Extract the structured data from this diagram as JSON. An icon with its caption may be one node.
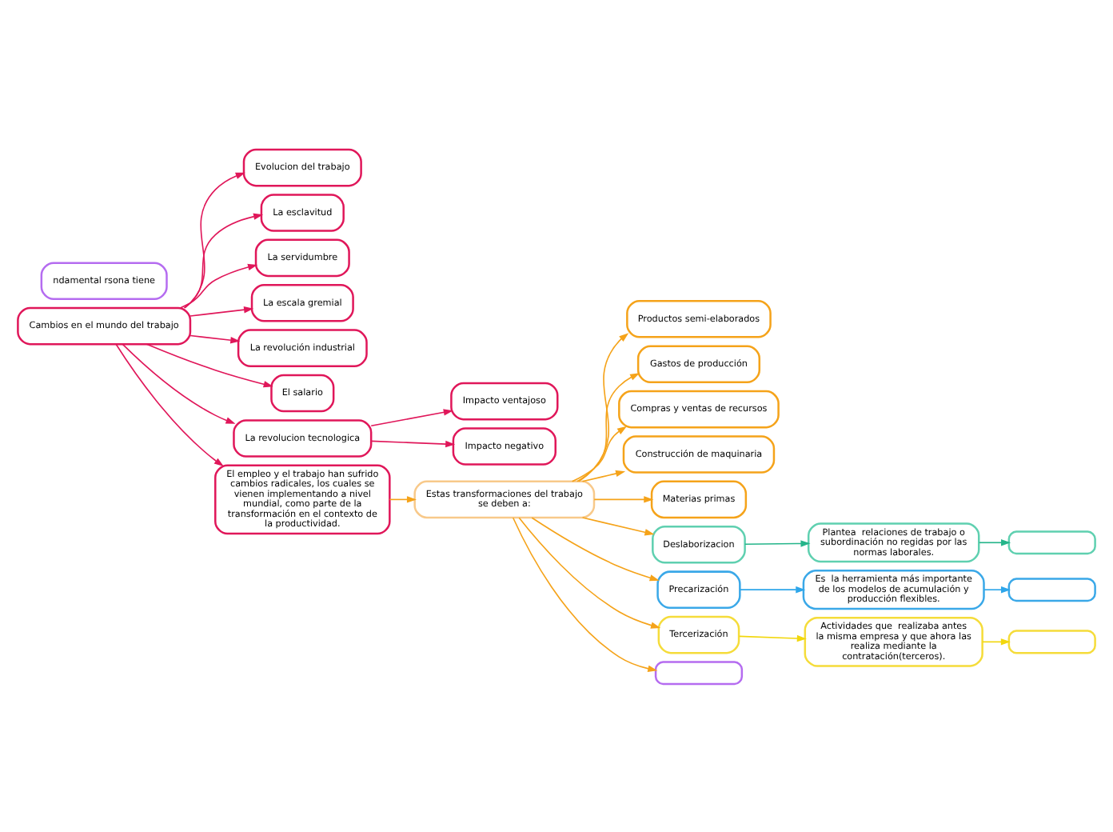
{
  "diagram": {
    "nodes": [
      {
        "text": [
          "Cambios en el mundo del trabajo"
        ]
      },
      {
        "text": [
          "Evolucion del trabajo"
        ]
      },
      {
        "text": [
          "La esclavitud"
        ]
      },
      {
        "text": [
          "La servidumbre"
        ]
      },
      {
        "text": [
          "La escala gremial"
        ]
      },
      {
        "text": [
          "La revolución industrial"
        ]
      },
      {
        "text": [
          "El salario"
        ]
      },
      {
        "text": [
          "La revolucion tecnologica"
        ]
      },
      {
        "text": [
          "Impacto ventajoso"
        ]
      },
      {
        "text": [
          "Impacto negativo"
        ]
      },
      {
        "text": [
          "El empleo y el trabajo han sufrido cambios radicales, los cuales se vienen implementando a nivel mundial, como parte de la transformación en el contexto de la productividad."
        ]
      },
      {
        "text": [
          "Estas transformaciones del trabajo se deben a:"
        ]
      },
      {
        "text": [
          "Productos semi-elaborados"
        ]
      },
      {
        "text": [
          "Gastos de producción"
        ]
      },
      {
        "text": [
          "Compras y ventas de recursos"
        ]
      },
      {
        "text": [
          "Construcción de maquinaria"
        ]
      },
      {
        "text": [
          "Materias primas"
        ]
      },
      {
        "text": [
          "Deslaborizacion"
        ]
      },
      {
        "text": [
          "Plantea  relaciones de trabajo o subordinación no regidas por las normas laborales."
        ]
      },
      {
        "text": [],
        "shape": "box"
      },
      {
        "text": [
          "Precarización"
        ]
      },
      {
        "text": [
          "Es  la herramienta más importante de los modelos de acumulación y producción flexibles."
        ]
      },
      {
        "text": [],
        "shape": "box"
      },
      {
        "text": [
          "Tercerización"
        ]
      },
      {
        "text": [
          "Actividades que  realizaba antes la misma empresa y que ahora las realiza mediante la contratación(terceros)."
        ]
      },
      {
        "text": [],
        "shape": "box"
      },
      {
        "text": [
          "ndamental rsona tiene"
        ]
      },
      {
        "text": [],
        "shape": "box"
      }
    ],
    "edges": [
      {
        "from": 0,
        "to": 1,
        "arrow": "to",
        "color": "#e0175a"
      },
      {
        "from": 0,
        "to": 2,
        "arrow": "to",
        "color": "#e0175a"
      },
      {
        "from": 0,
        "to": 3,
        "arrow": "to",
        "color": "#e0175a"
      },
      {
        "from": 0,
        "to": 4,
        "arrow": "to",
        "color": "#e0175a"
      },
      {
        "from": 0,
        "to": 5,
        "arrow": "to",
        "color": "#e0175a"
      },
      {
        "from": 0,
        "to": 6,
        "arrow": "to",
        "color": "#e0175a"
      },
      {
        "from": 0,
        "to": 7,
        "arrow": "to",
        "color": "#e0175a"
      },
      {
        "from": 7,
        "to": 8,
        "arrow": "to",
        "color": "#e0175a"
      },
      {
        "from": 7,
        "to": 9,
        "arrow": "to",
        "color": "#e0175a"
      },
      {
        "from": 0,
        "to": 10,
        "arrow": "to",
        "color": "#e0175a"
      },
      {
        "from": 10,
        "to": 11,
        "arrow": "to",
        "color": "#f5a31a"
      },
      {
        "from": 11,
        "to": 12,
        "arrow": "to",
        "color": "#f5a31a"
      },
      {
        "from": 11,
        "to": 13,
        "arrow": "to",
        "color": "#f5a31a"
      },
      {
        "from": 11,
        "to": 14,
        "arrow": "to",
        "color": "#f5a31a"
      },
      {
        "from": 11,
        "to": 15,
        "arrow": "to",
        "color": "#f5a31a"
      },
      {
        "from": 11,
        "to": 16,
        "arrow": "to",
        "color": "#f5a31a"
      },
      {
        "from": 11,
        "to": 17,
        "arrow": "to",
        "color": "#f5a31a"
      },
      {
        "from": 17,
        "to": 18,
        "arrow": "to",
        "color": "#25b58a"
      },
      {
        "from": 18,
        "to": 19,
        "arrow": "to",
        "color": "#25b58a"
      },
      {
        "from": 11,
        "to": 20,
        "arrow": "to",
        "color": "#f5a31a"
      },
      {
        "from": 20,
        "to": 21,
        "arrow": "to",
        "color": "#2ea6ea"
      },
      {
        "from": 21,
        "to": 22,
        "arrow": "to",
        "color": "#2ea6ea"
      },
      {
        "from": 11,
        "to": 23,
        "arrow": "to",
        "color": "#f5a31a"
      },
      {
        "from": 23,
        "to": 24,
        "arrow": "to",
        "color": "#f2d70c"
      },
      {
        "from": 24,
        "to": 25,
        "arrow": "to",
        "color": "#f2d70c"
      },
      {
        "from": 11,
        "to": 27,
        "arrow": "to",
        "color": "#f5a31a"
      }
    ]
  }
}
